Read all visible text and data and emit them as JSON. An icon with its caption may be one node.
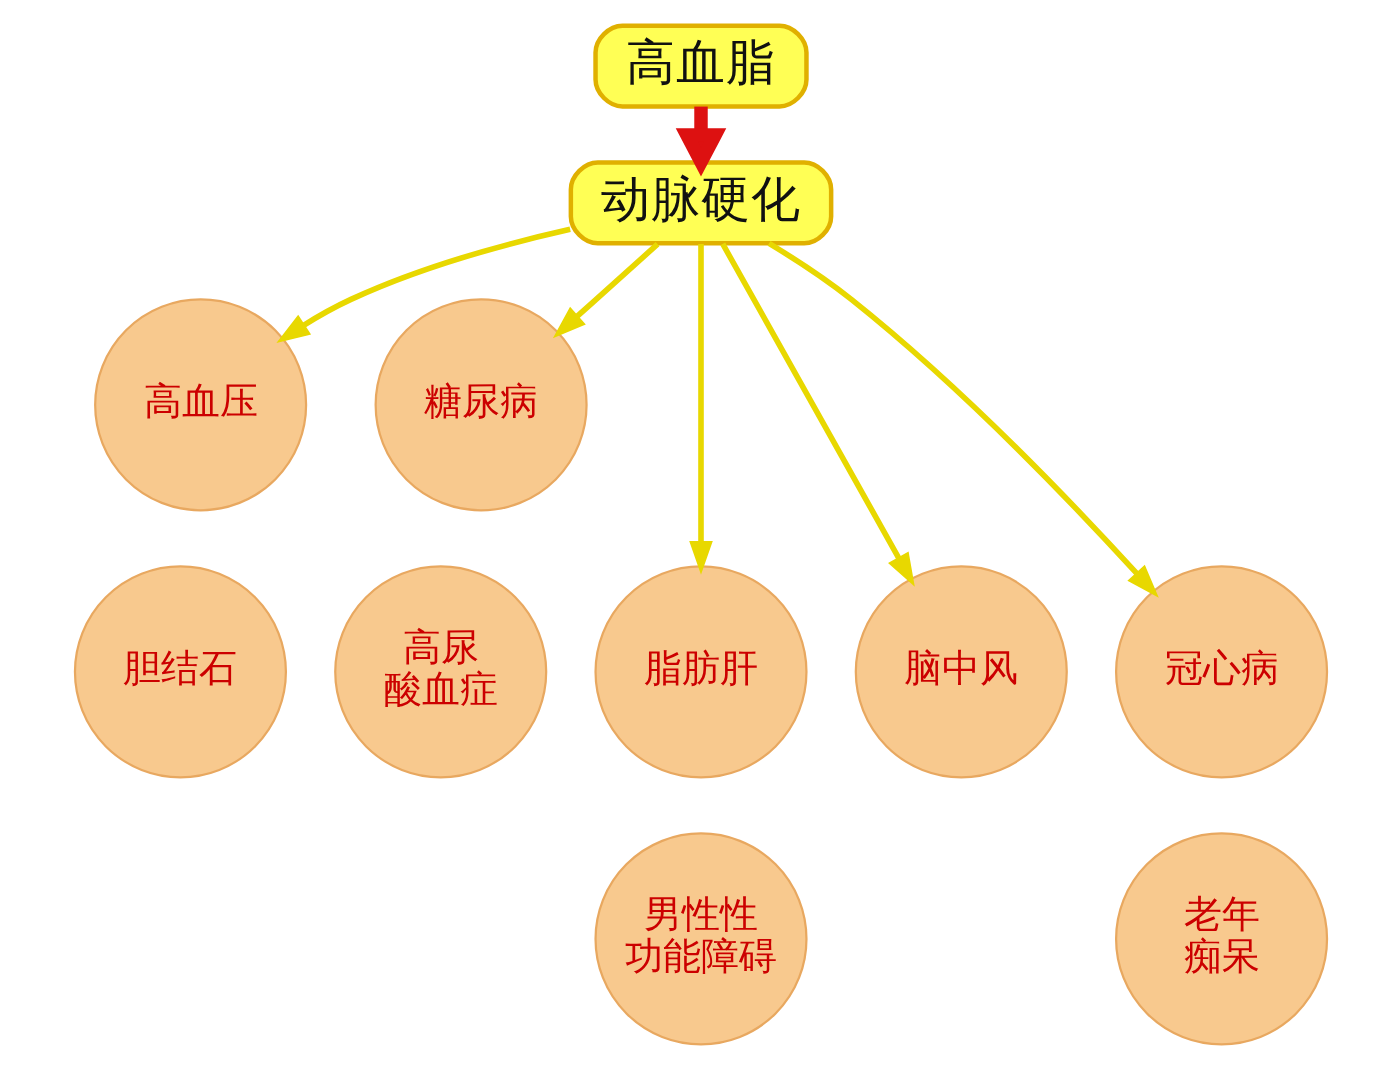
{
  "diagram": {
    "nodes": [
      {
        "text": [
          "高血脂"
        ]
      },
      {
        "text": [
          "动脉硬化"
        ]
      },
      {
        "text": [
          "高血压"
        ]
      },
      {
        "text": [
          "糖尿病"
        ]
      },
      {
        "text": [
          "胆结石"
        ]
      },
      {
        "text": [
          "脂肪肝"
        ]
      },
      {
        "text": [
          "脑中风"
        ]
      },
      {
        "text": [
          "冠心病"
        ]
      },
      {
        "text": [
          "高尿酸血症"
        ]
      },
      {
        "text": [
          "男性性功能障碍"
        ]
      },
      {
        "text": [
          "老年痴呆"
        ]
      }
    ],
    "edges": [
      {
        "from": 0,
        "to": 1,
        "arrow": "to",
        "style": "thick",
        "color": "#dd1111"
      },
      {
        "from": 1,
        "to": 2,
        "arrow": "to"
      },
      {
        "from": 1,
        "to": 5,
        "arrow": "to"
      },
      {
        "from": 1,
        "to": 6,
        "arrow": "to"
      },
      {
        "from": 1,
        "to": 7,
        "arrow": "to"
      },
      {
        "from": 1,
        "to": 3,
        "arrow": "to"
      }
    ]
  }
}
